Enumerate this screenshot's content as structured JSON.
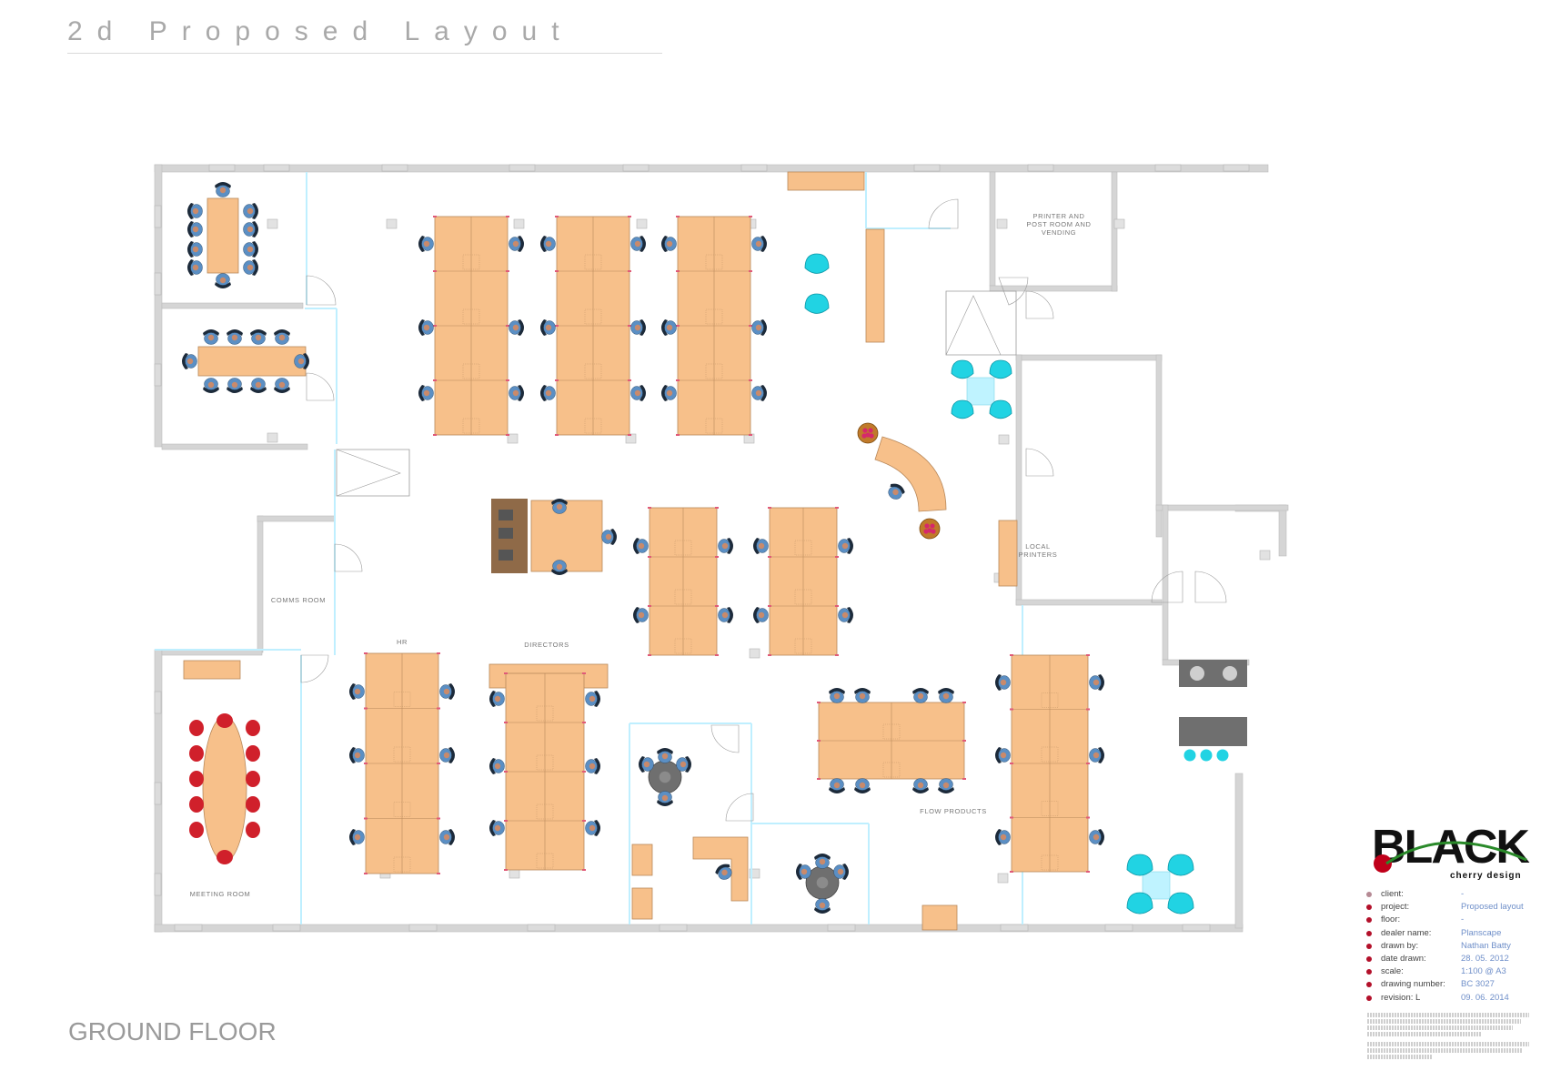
{
  "page_title": "2d Proposed Layout",
  "floor_label": "GROUND FLOOR",
  "rooms": {
    "printer_room": [
      "PRINTER AND",
      "POST ROOM AND",
      "VENDING"
    ],
    "local_printers": [
      "LOCAL",
      "PRINTERS"
    ],
    "comms_room": "COMMS ROOM",
    "meeting_room": "MEETING ROOM",
    "hr": "HR",
    "directors": "DIRECTORS",
    "flow_products": "FLOW PRODUCTS"
  },
  "logo": {
    "word": "BLACK",
    "sub": "cherry design"
  },
  "title_block": {
    "rows": [
      {
        "label": "client:",
        "value": "-"
      },
      {
        "label": "project:",
        "value": "Proposed layout"
      },
      {
        "label": "floor:",
        "value": "-"
      },
      {
        "label": "dealer name:",
        "value": "Planscape"
      },
      {
        "label": "drawn by:",
        "value": "Nathan Batty"
      },
      {
        "label": "date drawn:",
        "value": "28. 05. 2012"
      },
      {
        "label": "scale:",
        "value": "1:100 @ A3"
      },
      {
        "label": "drawing number:",
        "value": "BC 3027"
      },
      {
        "label": "revision:  L",
        "value": "09. 06. 2014"
      }
    ]
  },
  "colors": {
    "wall": "#d5d5d5",
    "wall_stroke": "#bdbdbd",
    "desk": "#f7c08a",
    "desk_stroke": "#b8885a",
    "chair": "#5b8fc4",
    "chair_dark": "#1c2a3a",
    "soft_seat": "#21d3e3",
    "meeting_chair": "#d0202b",
    "glass": "#bfefff",
    "accent": "#b3102a"
  }
}
